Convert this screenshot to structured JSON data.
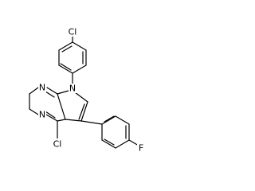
{
  "atoms": [
    {
      "id": "cl_top",
      "label": "Cl"
    },
    {
      "id": "n7",
      "label": "N"
    },
    {
      "id": "n1",
      "label": "N"
    },
    {
      "id": "n3",
      "label": "N"
    },
    {
      "id": "cl_bottom",
      "label": "Cl"
    },
    {
      "id": "f",
      "label": "F"
    }
  ]
}
